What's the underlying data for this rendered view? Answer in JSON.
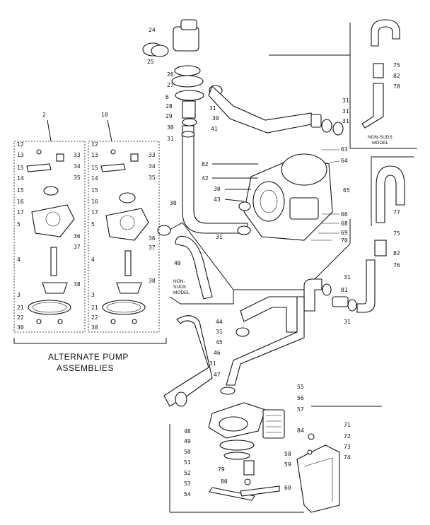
{
  "caption_lines": [
    "ALTERNATE PUMP",
    "ASSEMBLIES"
  ],
  "non_suds_labels": [
    [
      "NON-SUDS",
      "MODEL"
    ],
    [
      "NON-",
      "SUDS",
      "MODEL"
    ]
  ],
  "callouts": {
    "top": [
      "24",
      "25",
      "26",
      "27",
      "6",
      "28",
      "29",
      "30",
      "31",
      "31",
      "30",
      "41",
      "31",
      "31",
      "31",
      "75",
      "82",
      "78"
    ],
    "pump_main": [
      "82",
      "42",
      "30",
      "43",
      "31",
      "70",
      "69",
      "68",
      "66",
      "65",
      "64",
      "63"
    ],
    "left_box": [
      "2",
      "13",
      "15",
      "14",
      "15",
      "16",
      "17",
      "5",
      "4",
      "3",
      "21",
      "22",
      "30",
      "12",
      "33",
      "34",
      "35",
      "36",
      "37",
      "38"
    ],
    "right_box": [
      "10",
      "13",
      "15",
      "14",
      "15",
      "16",
      "17",
      "5",
      "4",
      "3",
      "21",
      "22",
      "30",
      "12",
      "33",
      "34",
      "35",
      "36",
      "37",
      "38"
    ],
    "middle": [
      "30",
      "40",
      "44",
      "31",
      "45",
      "46",
      "47",
      "31",
      "81",
      "31"
    ],
    "right_hose": [
      "77",
      "75",
      "82",
      "76",
      "31"
    ],
    "bottom": [
      "48",
      "49",
      "50",
      "51",
      "52",
      "53",
      "54",
      "79",
      "80",
      "60",
      "59",
      "58",
      "55",
      "56",
      "57",
      "84",
      "71",
      "72",
      "73",
      "74"
    ]
  },
  "colors": {
    "ink": "#111111",
    "paper": "#ffffff"
  }
}
